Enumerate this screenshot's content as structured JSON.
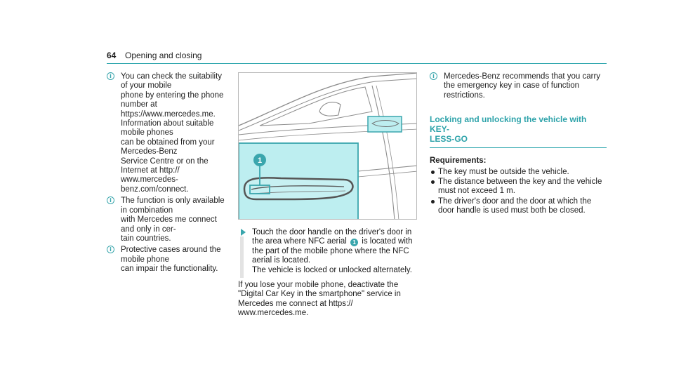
{
  "header": {
    "page_number": "64",
    "section_title": "Opening and closing"
  },
  "left_column": {
    "notes": [
      {
        "icon": "info-icon",
        "text": "You can check the suitability of your mobile\nphone by entering the phone number at\nhttps://www.mercedes.me.\nInformation about suitable mobile phones\ncan be obtained from your Mercedes-Benz\nService Centre or on the Internet at http://\nwww.mercedes-benz.com/connect."
      },
      {
        "icon": "info-icon",
        "text": "The function is only available in combination\nwith Mercedes me connect and only in cer-\ntain countries."
      },
      {
        "icon": "info-icon",
        "text": "Protective cases around the mobile phone\ncan impair the functionality."
      }
    ]
  },
  "figure": {
    "callout_label": "1",
    "colors": {
      "highlight": "#bdeef0",
      "accent": "#3aa6ad",
      "line": "#8c8c8c"
    }
  },
  "middle_column": {
    "step_before": "Touch the door handle on the driver's door in\nthe area where NFC aerial",
    "step_callout": "1",
    "step_after": " is located with\nthe part of the mobile phone where the NFC\naerial is located.",
    "step_result": "The vehicle is locked or unlocked alternately.",
    "paragraph": "If you lose your mobile phone, deactivate the\n\"Digital Car Key in the smartphone\" service in\nMercedes me connect at https://\nwww.mercedes.me."
  },
  "right_column": {
    "note": {
      "icon": "info-icon",
      "text": "Mercedes-Benz recommends that you carry\nthe emergency key in case of function\nrestrictions."
    },
    "subheading": "Locking and unlocking the vehicle with KEY-\nLESS-GO",
    "requirements_title": "Requirements:",
    "requirements": [
      "The key must be outside the vehicle.",
      "The distance between the key and the vehicle\nmust not exceed 1 m.",
      "The driver's door and the door at which the\ndoor handle is used must both be closed."
    ]
  }
}
